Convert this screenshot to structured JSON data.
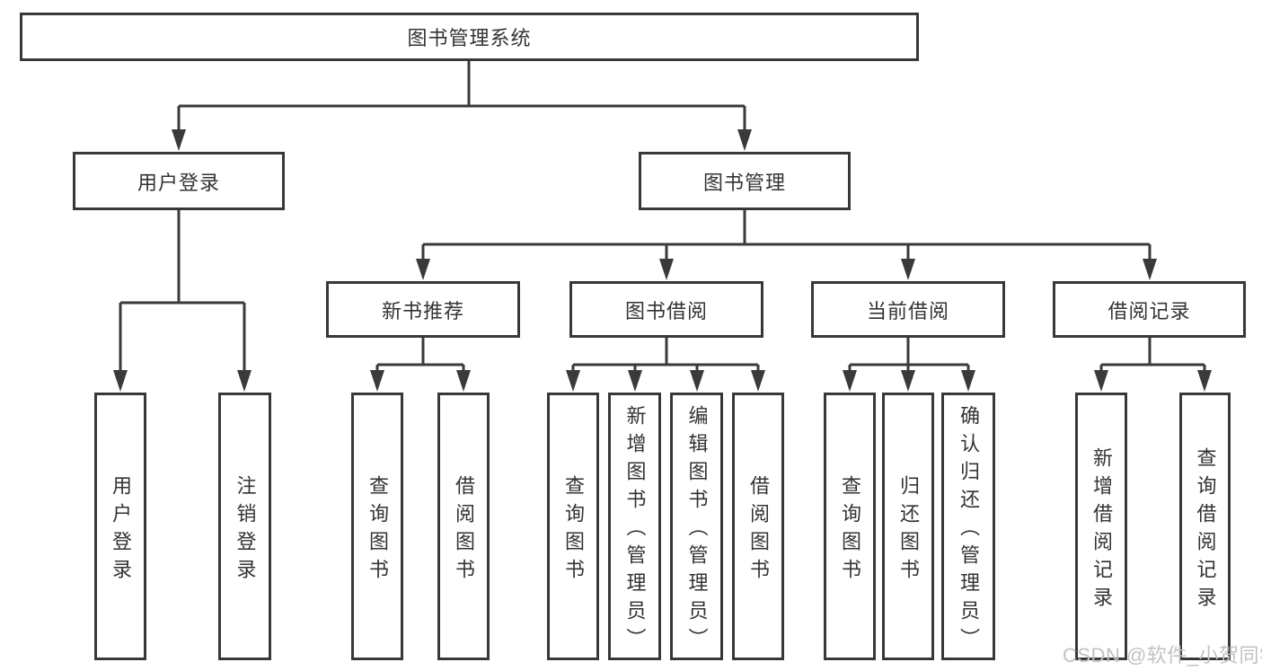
{
  "diagram_title": "图书管理系统",
  "tree": {
    "label": "图书管理系统",
    "children": [
      {
        "label": "用户登录",
        "children": [
          {
            "label": "用户登录"
          },
          {
            "label": "注销登录"
          }
        ]
      },
      {
        "label": "图书管理",
        "children": [
          {
            "label": "新书推荐",
            "children": [
              {
                "label": "查询图书"
              },
              {
                "label": "借阅图书"
              }
            ]
          },
          {
            "label": "图书借阅",
            "children": [
              {
                "label": "查询图书"
              },
              {
                "label": "新增图书（管理员）"
              },
              {
                "label": "编辑图书（管理员）"
              },
              {
                "label": "借阅图书"
              }
            ]
          },
          {
            "label": "当前借阅",
            "children": [
              {
                "label": "查询图书"
              },
              {
                "label": "归还图书"
              },
              {
                "label": "确认归还（管理员）"
              }
            ]
          },
          {
            "label": "借阅记录",
            "children": [
              {
                "label": "新增借阅记录"
              },
              {
                "label": "查询借阅记录"
              }
            ]
          }
        ]
      }
    ]
  },
  "watermark": {
    "text": "CSDN @软件_小贺同学"
  },
  "colors": {
    "line": "#3a3a3a",
    "box_border": "#383838",
    "text": "#333333",
    "watermark": "#c2c2c2",
    "background": "#ffffff"
  }
}
